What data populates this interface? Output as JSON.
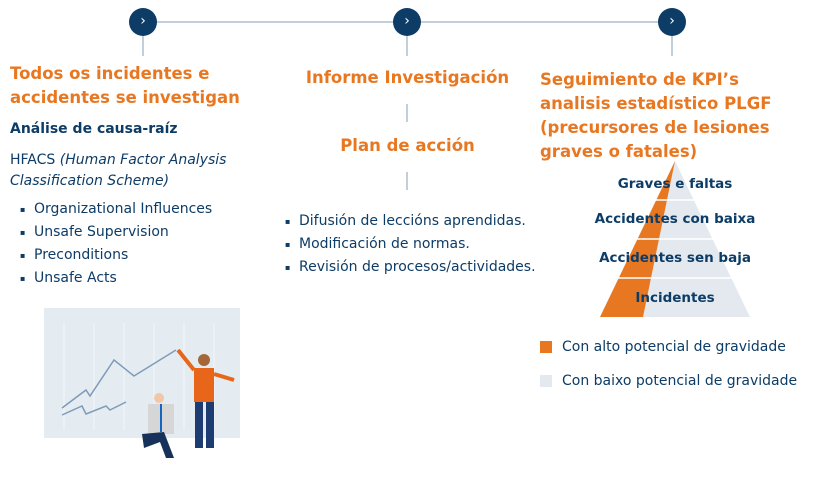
{
  "colors": {
    "accent": "#e87722",
    "navy": "#0d3c66",
    "light": "#e3e9ef"
  },
  "timeline": {
    "node_icon": "chevron-right-icon",
    "node_glyph": "›"
  },
  "col1": {
    "title": "Todos os incidentes e accidentes se investigan",
    "subtitle": "Análise de causa-raíz",
    "hfacs": "HFACS",
    "hfacs_italic": "(Human Factor Analysis Classification Scheme)",
    "items": [
      "Organizational Influences",
      "Unsafe Supervision",
      "Preconditions",
      "Unsafe Acts"
    ]
  },
  "col2": {
    "title": "Informe Investigación",
    "title2": "Plan de acción",
    "items": [
      "Difusión de leccións aprendidas.",
      "Modificación de normas.",
      "Revisión de procesos/actividades."
    ]
  },
  "col3": {
    "title": "Seguimiento de KPI’s analisis estadístico PLGF (precursores de lesiones graves o fatales)",
    "pyramid": [
      "Graves e faltas",
      "Accidentes con baixa",
      "Accidentes sen baja",
      "Incidentes"
    ],
    "legend": [
      "Con alto potencial de gravidade",
      "Con baixo potencial de gravidade"
    ]
  }
}
